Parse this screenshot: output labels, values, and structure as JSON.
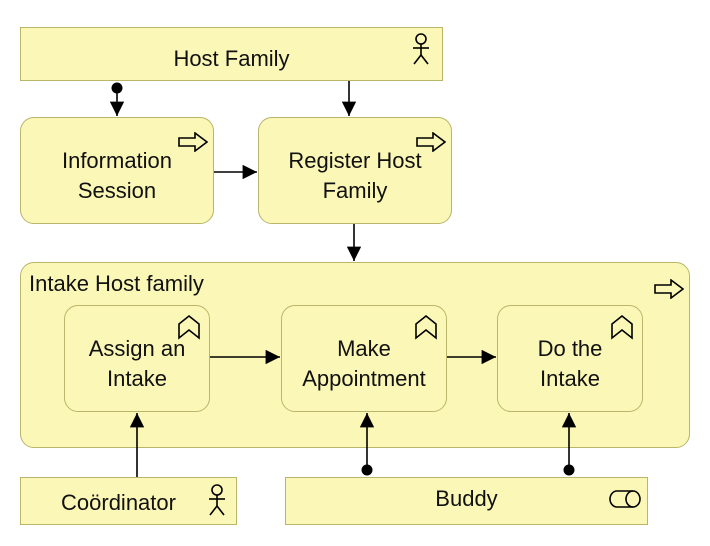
{
  "diagram": {
    "host_family": "Host Family",
    "information_session": "Information\nSession",
    "register_host_family": "Register Host\nFamily",
    "intake_group": "Intake Host family",
    "assign_intake": "Assign an\nIntake",
    "make_appointment": "Make\nAppointment",
    "do_intake": "Do the\nIntake",
    "coordinator": "Coördinator",
    "buddy": "Buddy"
  },
  "colors": {
    "element_fill": "#fbf7b6",
    "element_border": "#b9b56a",
    "line": "#000000"
  },
  "icons": {
    "actor": "actor-icon",
    "process": "process-arrow-icon",
    "function": "function-chevron-icon",
    "service": "service-cylinder-icon"
  }
}
